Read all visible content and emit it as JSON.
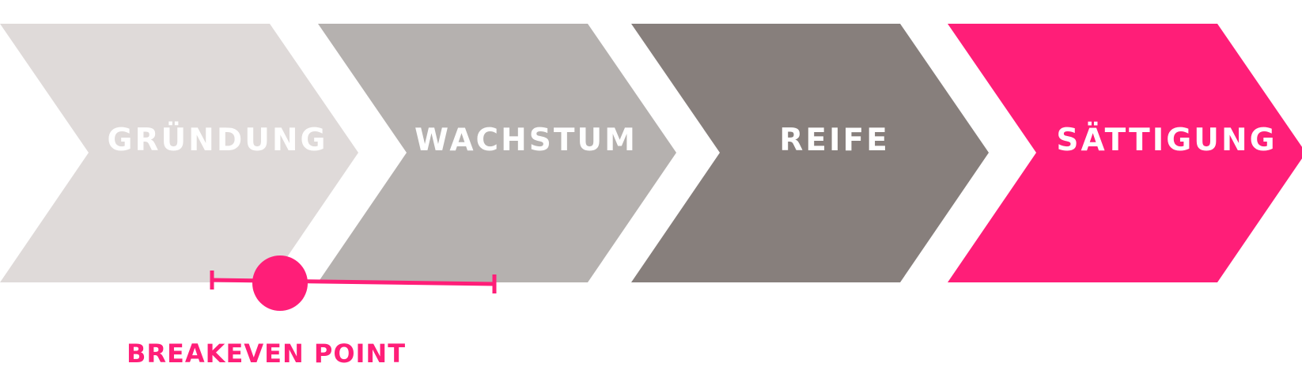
{
  "colors": {
    "stage_1": "#dfdad9",
    "stage_2": "#b5b1af",
    "stage_3": "#877f7c",
    "stage_4": "#ff1e78",
    "accent": "#ff1e78",
    "label_text": "#ffffff"
  },
  "stages": [
    {
      "label": "GRÜNDUNG"
    },
    {
      "label": "WACHSTUM"
    },
    {
      "label": "REIFE"
    },
    {
      "label": "SÄTTIGUNG"
    }
  ],
  "breakeven": {
    "label": "BREAKEVEN POINT"
  }
}
